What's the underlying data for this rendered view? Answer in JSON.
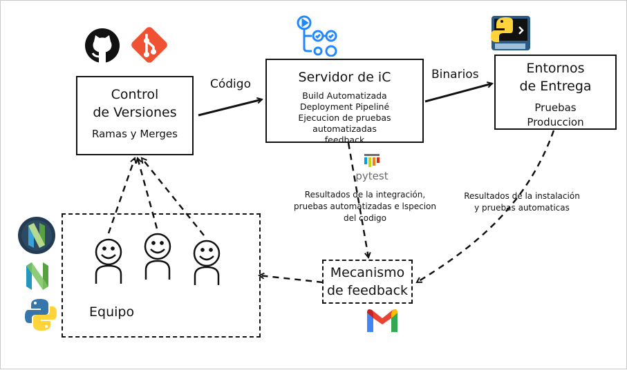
{
  "nodes": {
    "control": {
      "title_line1": "Control",
      "title_line2": "de Versiones",
      "subtitle": "Ramas y Merges"
    },
    "ci": {
      "title": "Servidor de iC",
      "items": [
        "Build Automatizada",
        "Deployment Pipeliné",
        "Ejecucion de pruebas automatizadas",
        "feedback"
      ]
    },
    "entornos": {
      "title_line1": "Entornos",
      "title_line2": "de Entrega",
      "items": [
        "Pruebas",
        "Produccion"
      ]
    },
    "feedback": {
      "title_line1": "Mecanismo",
      "title_line2": "de feedback"
    },
    "equipo": {
      "label": "Equipo"
    }
  },
  "edges": {
    "codigo": "Código",
    "binarios": "Binarios",
    "integracion": [
      "Resultados de la integración,",
      "pruebas automatizadas e lspecion",
      "del codigo"
    ],
    "instalacion": [
      "Resultados de la instalación",
      "y pruebas automaticas"
    ]
  },
  "icons": {
    "pytest_label": "pytest",
    "names": [
      "github-icon",
      "git-icon",
      "github-actions-icon",
      "python-terminal-icon",
      "pytest-icon",
      "gmail-icon",
      "neovim-icon",
      "neovim-logo-icon",
      "python-icon"
    ]
  },
  "colors": {
    "git": "#f05133",
    "actions": "#2088ff",
    "python_blue": "#3776ab",
    "python_yellow": "#ffd43b",
    "gmail_red": "#ea4335",
    "neovim_green": "#57a143"
  }
}
